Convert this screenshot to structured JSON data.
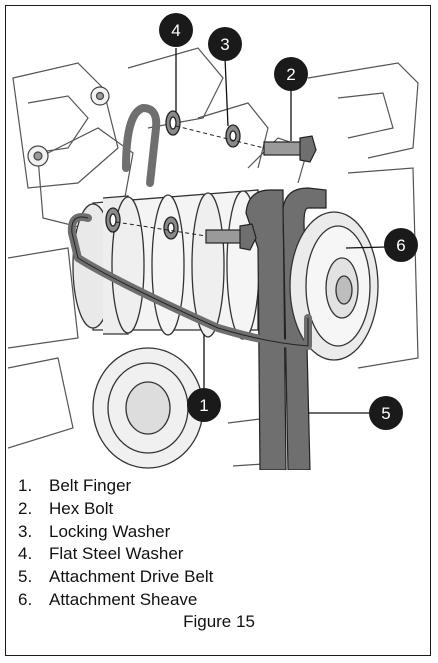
{
  "callouts": [
    {
      "id": "1",
      "label": "1"
    },
    {
      "id": "2",
      "label": "2"
    },
    {
      "id": "3",
      "label": "3"
    },
    {
      "id": "4",
      "label": "4"
    },
    {
      "id": "5",
      "label": "5"
    },
    {
      "id": "6",
      "label": "6"
    }
  ],
  "legend": [
    {
      "number": "1.",
      "text": "Belt Finger"
    },
    {
      "number": "2.",
      "text": "Hex Bolt"
    },
    {
      "number": "3.",
      "text": "Locking Washer"
    },
    {
      "number": "4.",
      "text": "Flat Steel Washer"
    },
    {
      "number": "5.",
      "text": "Attachment Drive Belt"
    },
    {
      "number": "6.",
      "text": "Attachment Sheave"
    }
  ],
  "caption": "Figure 15",
  "colors": {
    "callout_fill": "#1a1a1a",
    "line_art": "#333333",
    "highlight": "#6f6f6f"
  }
}
